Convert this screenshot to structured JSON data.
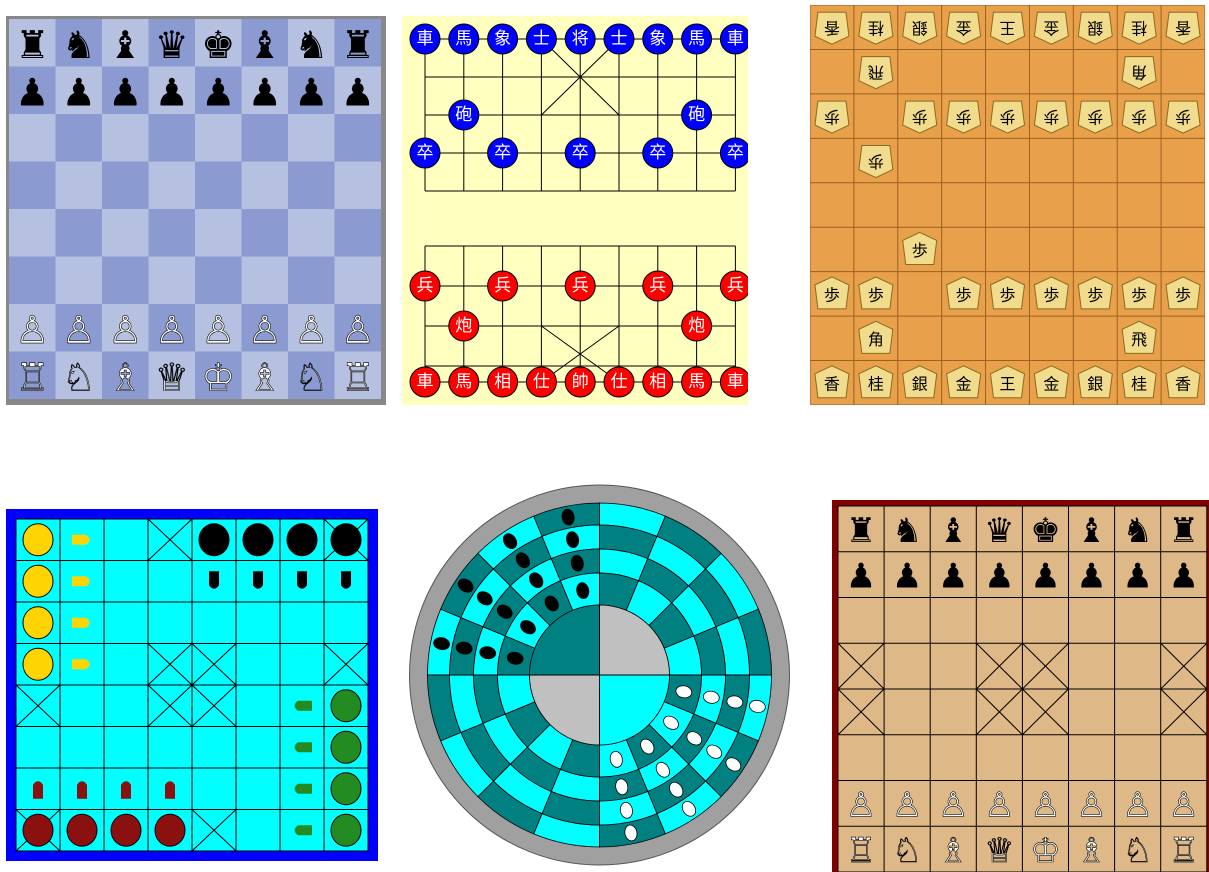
{
  "boards": {
    "chess": {
      "colors": {
        "light": "#b6c0e0",
        "dark": "#8c9ad2",
        "border": "#888888",
        "black_piece": "#000000",
        "white_piece": "#ffffff"
      },
      "black_back": [
        "♜",
        "♞",
        "♝",
        "♛",
        "♚",
        "♝",
        "♞",
        "♜"
      ],
      "black_pawn": "♟",
      "white_back": [
        "♖",
        "♘",
        "♗",
        "♕",
        "♔",
        "♗",
        "♘",
        "♖"
      ],
      "white_pawn": "♙"
    },
    "xiangqi": {
      "colors": {
        "bg": "#ffffc0",
        "line": "#000000",
        "blue": "#0000ff",
        "red": "#ff0000",
        "text": "#ffffff"
      },
      "blue_back": [
        "車",
        "馬",
        "象",
        "士",
        "将",
        "士",
        "象",
        "馬",
        "車"
      ],
      "blue_cannon": "砲",
      "blue_soldier": "卒",
      "red_back": [
        "車",
        "馬",
        "相",
        "仕",
        "帥",
        "仕",
        "相",
        "馬",
        "車"
      ],
      "red_cannon": "炮",
      "red_soldier": "兵"
    },
    "shogi": {
      "colors": {
        "bg": "#e8a04a",
        "line": "#9a6020",
        "piece": "#f0dc8c",
        "ink": "#000000"
      },
      "gote_back": [
        "香",
        "桂",
        "銀",
        "金",
        "王",
        "金",
        "銀",
        "桂",
        "香"
      ],
      "gote_rook": "飛",
      "gote_bishop": "角",
      "gote_pawn": "歩",
      "sente_back": [
        "香",
        "桂",
        "銀",
        "金",
        "王",
        "金",
        "銀",
        "桂",
        "香"
      ],
      "sente_rook": "飛",
      "sente_bishop": "角",
      "sente_pawn": "歩"
    },
    "chaturanga": {
      "colors": {
        "bg": "#00ffff",
        "border": "#0000ff",
        "line": "#000000",
        "yellow": "#ffd400",
        "green": "#228b22",
        "dark_red": "#8b1010",
        "black": "#000000"
      }
    },
    "circular": {
      "colors": {
        "cyan": "#00ffff",
        "teal": "#008080",
        "center": "#c0c0c0",
        "rim": "#a0a0a0",
        "black": "#000000",
        "white": "#ffffff"
      }
    },
    "shatranj": {
      "colors": {
        "bg": "#deb887",
        "border": "#800000",
        "line": "#000000"
      },
      "black_back": [
        "♜",
        "♞",
        "♝",
        "♛",
        "♚",
        "♝",
        "♞",
        "♜"
      ],
      "black_pawn": "♟",
      "white_back": [
        "♖",
        "♘",
        "♗",
        "♕",
        "♔",
        "♗",
        "♘",
        "♖"
      ],
      "white_pawn": "♙"
    }
  }
}
